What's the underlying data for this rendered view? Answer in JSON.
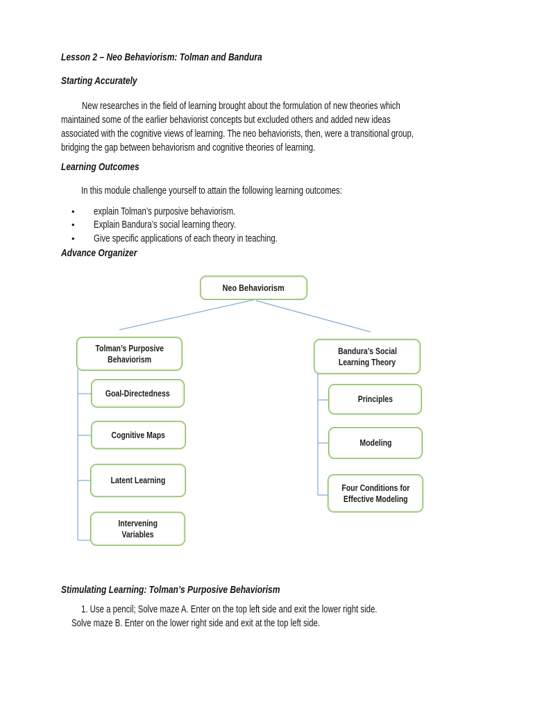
{
  "doc": {
    "title": "Lesson 2 – Neo Behaviorism: Tolman and Bandura",
    "headings": {
      "starting": "Starting Accurately",
      "outcomes": "Learning Outcomes",
      "organizer": "Advance Organizer",
      "stimulating": "Stimulating Learning: Tolman’s Purposive Behaviorism"
    },
    "intro_lines": [
      "New researches in the field of learning brought about the formulation of new theories which",
      "maintained some of the earlier behaviorist concepts but excluded others and added new ideas",
      "associated with the cognitive views of learning. The neo behaviorists, then, were a transitional group,",
      "bridging the gap between behaviorism and cognitive theories of learning."
    ],
    "outcomes": {
      "lead": "In this module challenge yourself to attain the following learning outcomes:",
      "bullet_glyph": "•",
      "items": [
        "explain Tolman’s purposive behaviorism.",
        "Explain Bandura’s social learning theory.",
        "Give specific applications of each theory in teaching."
      ]
    },
    "activity_lines": [
      "1. Use a pencil; Solve maze A. Enter on the top left side and exit the lower right side.",
      "Solve maze B. Enter on the lower right side and exit at the top left side."
    ]
  },
  "diagram": {
    "root": {
      "lines": [
        "Neo Behaviorism"
      ]
    },
    "left": {
      "parent": {
        "lines": [
          "Tolman’s Purposive",
          "Behaviorism"
        ]
      },
      "children": [
        {
          "lines": [
            "Goal-Directedness"
          ]
        },
        {
          "lines": [
            "Cognitive Maps"
          ]
        },
        {
          "lines": [
            "Latent Learning"
          ]
        },
        {
          "lines": [
            "Intervening",
            "Variables"
          ]
        }
      ]
    },
    "right": {
      "parent": {
        "lines": [
          "Bandura’s Social",
          "Learning Theory"
        ]
      },
      "children": [
        {
          "lines": [
            "Principles"
          ]
        },
        {
          "lines": [
            "Modeling"
          ]
        },
        {
          "lines": [
            "Four Conditions for",
            "Effective Modeling"
          ]
        }
      ]
    },
    "colors": {
      "box_border": "#77B34E",
      "box_inner": "#D7E9C6",
      "connector": "#85AEDC"
    }
  }
}
